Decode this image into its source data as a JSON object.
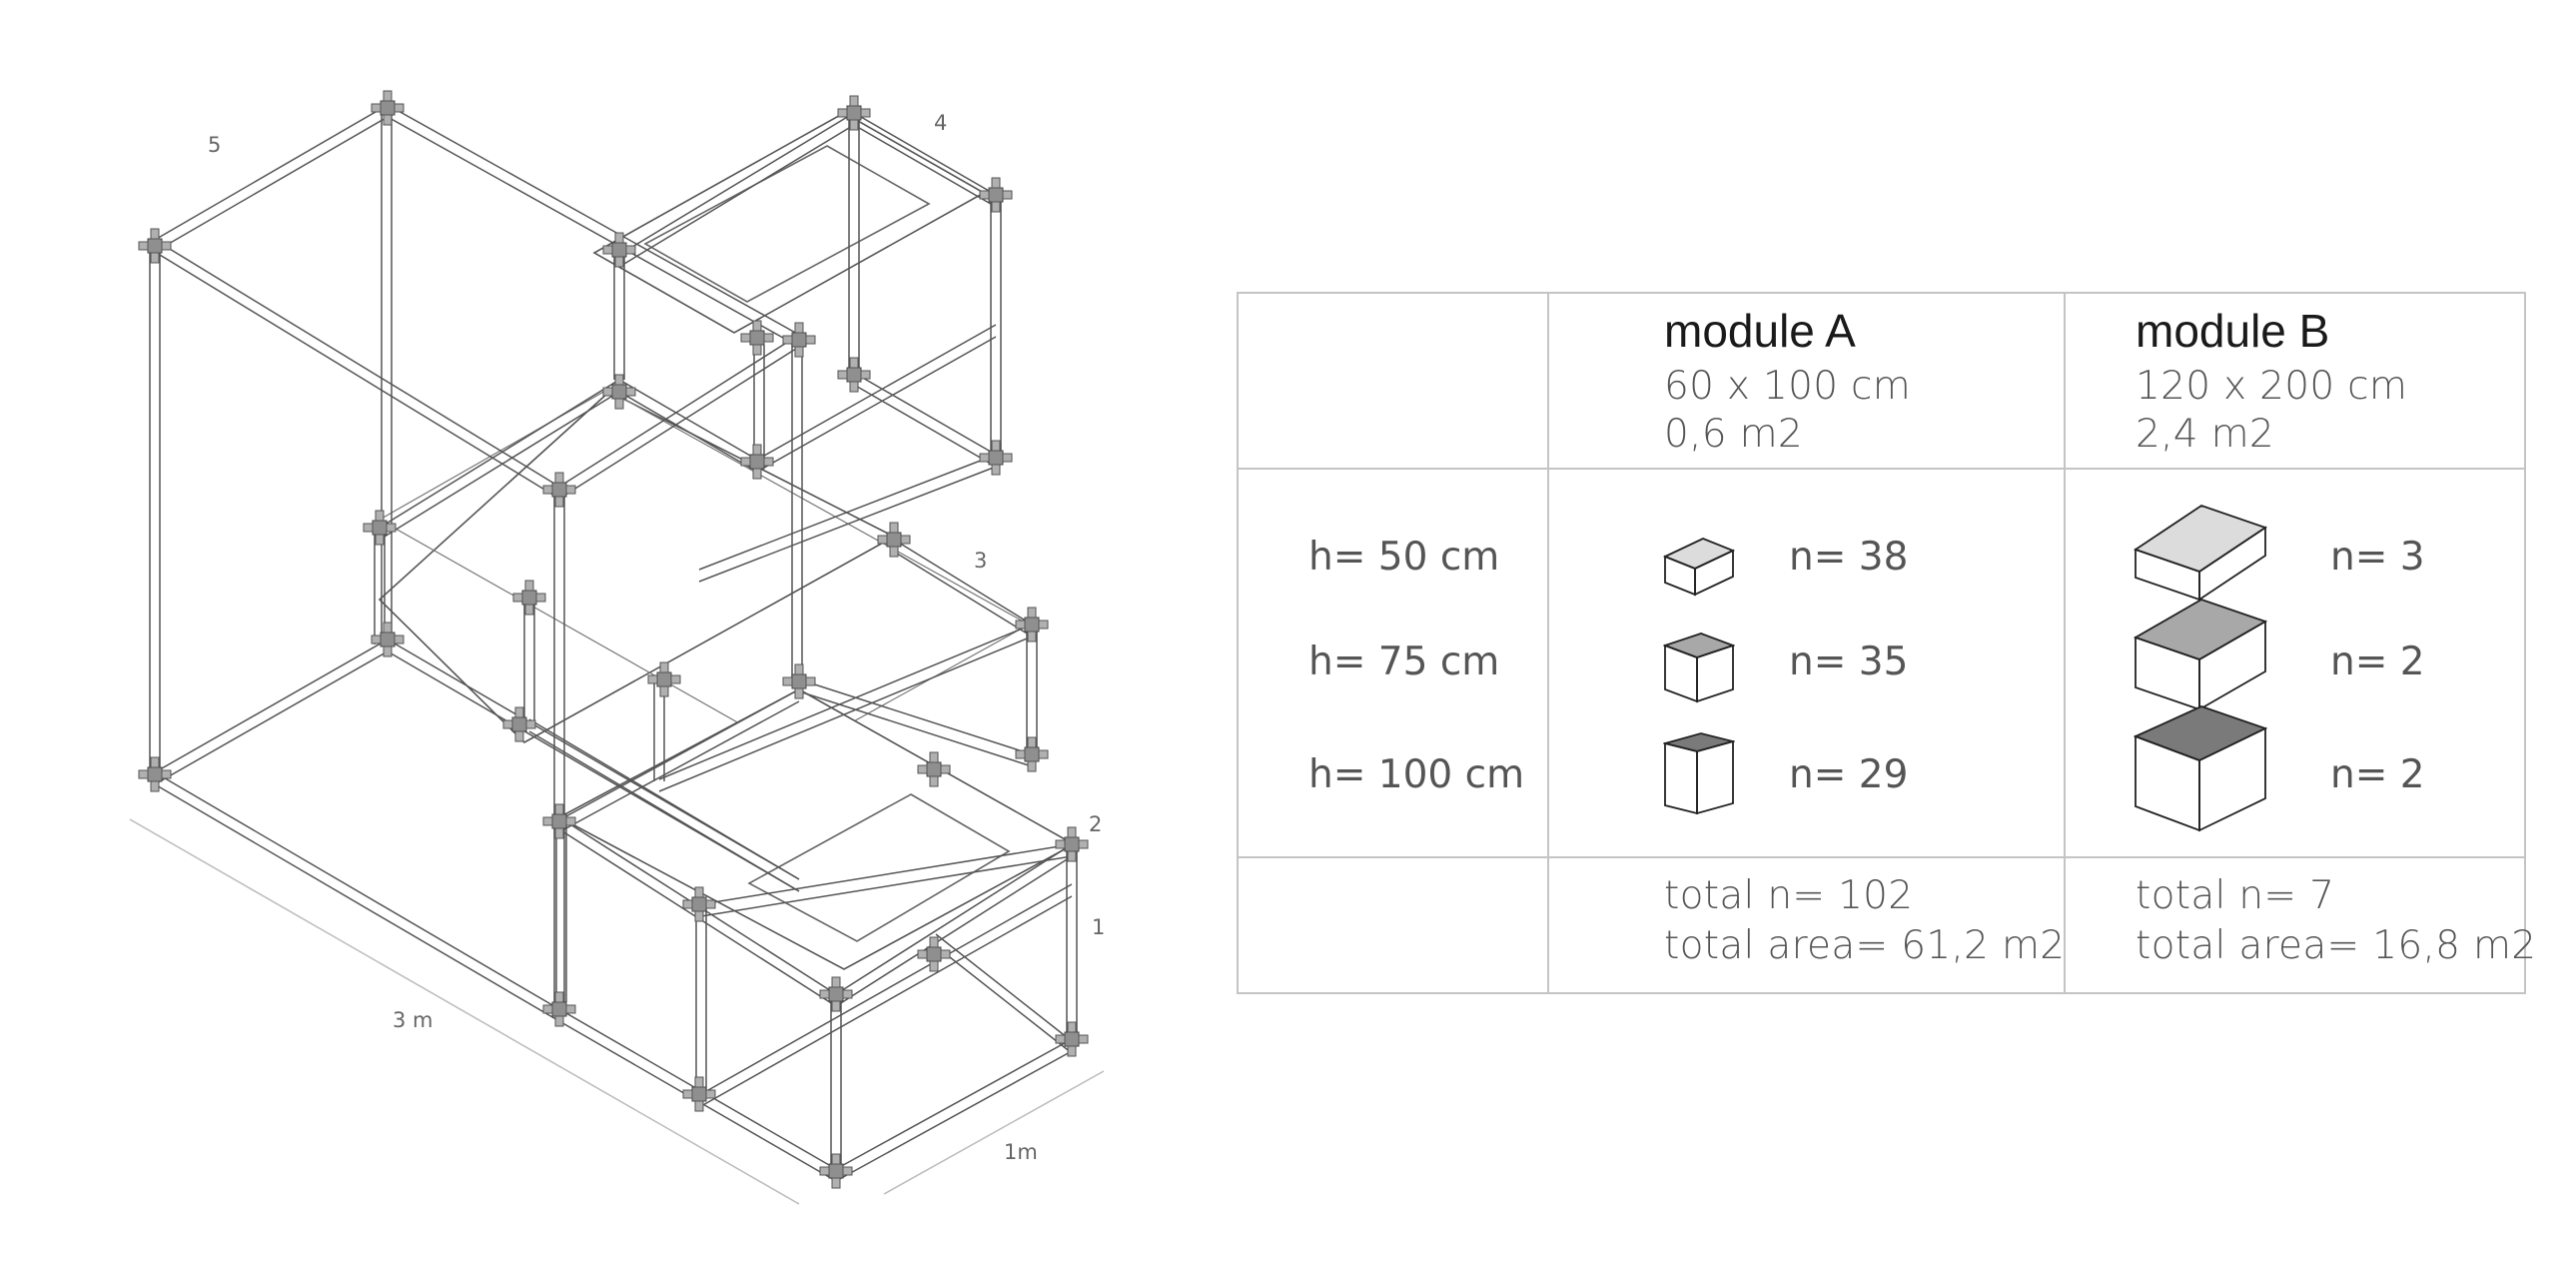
{
  "diagram": {
    "labels": {
      "n1": "1",
      "n2": "2",
      "n3": "3",
      "n4": "4",
      "n5": "5"
    },
    "dimensions": {
      "length": "3 m",
      "depth": "1m"
    }
  },
  "table": {
    "module_a": {
      "title": "module A",
      "size": "60 x 100 cm",
      "area": "0,6 m2"
    },
    "module_b": {
      "title": "module B",
      "size": "120 x 200 cm",
      "area": "2,4 m2"
    },
    "heights": [
      "h= 50 cm",
      "h= 75 cm",
      "h= 100 cm"
    ],
    "counts_a": [
      "n= 38",
      "n= 35",
      "n= 29"
    ],
    "counts_b": [
      "n= 3",
      "n= 2",
      "n= 2"
    ],
    "total_a": {
      "count": "total n= 102",
      "area": "total area= 61,2 m2"
    },
    "total_b": {
      "count": "total n= 7",
      "area": "total area= 16,8 m2"
    }
  },
  "colors": {
    "light_top": "#dcdcdc",
    "mid_top": "#a8a8a8",
    "dark_top": "#7a7a7a",
    "grid": "#c4c4c4"
  }
}
